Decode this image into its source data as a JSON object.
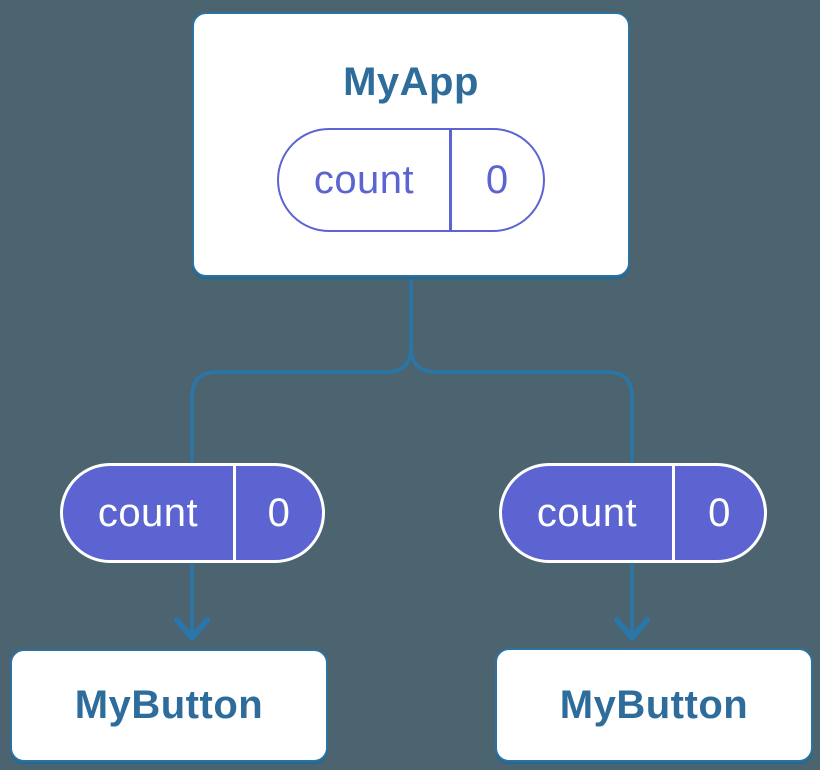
{
  "diagram": {
    "type": "component-tree",
    "background_color": "#4b646f",
    "connector_color": "#2a76a8",
    "node_border_color": "#2f719e",
    "node_title_color": "#2e6d9b",
    "state_purple_color": "#5c64d2",
    "root": {
      "title": "MyApp",
      "state": {
        "name": "count",
        "value": "0"
      }
    },
    "children": [
      {
        "title": "MyButton",
        "prop": {
          "name": "count",
          "value": "0"
        }
      },
      {
        "title": "MyButton",
        "prop": {
          "name": "count",
          "value": "0"
        }
      }
    ]
  }
}
